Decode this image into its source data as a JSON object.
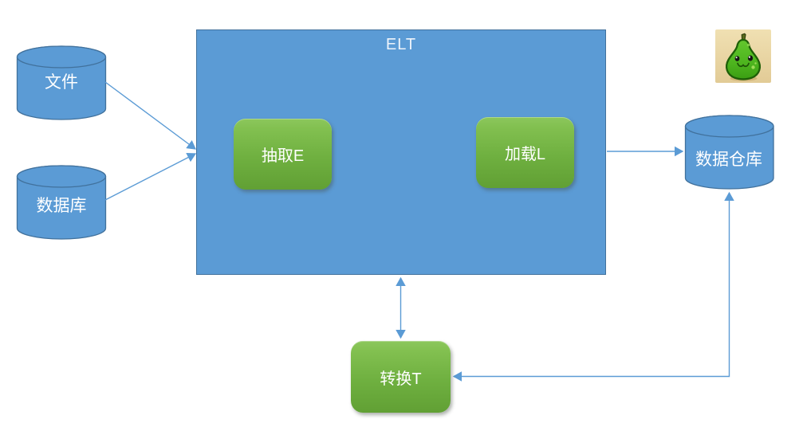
{
  "diagram": {
    "title": "ELT",
    "nodes": {
      "file": {
        "label": "文件",
        "shape": "cylinder"
      },
      "database": {
        "label": "数据库",
        "shape": "cylinder"
      },
      "extract": {
        "label": "抽取E",
        "shape": "rounded-rect"
      },
      "load": {
        "label": "加载L",
        "shape": "rounded-rect"
      },
      "warehouse": {
        "label": "数据仓库",
        "shape": "cylinder"
      },
      "transform": {
        "label": "转换T",
        "shape": "rounded-rect"
      }
    },
    "connectors": [
      {
        "from": "文件",
        "to": "ELT",
        "style": "arrow"
      },
      {
        "from": "数据库",
        "to": "ELT",
        "style": "arrow"
      },
      {
        "from": "ELT",
        "to": "数据仓库",
        "style": "arrow"
      },
      {
        "from": "ELT",
        "to": "转换T",
        "style": "double-arrow"
      },
      {
        "from": "数据仓库",
        "to": "转换T",
        "style": "double-arrow-elbow"
      }
    ],
    "colors": {
      "shape_blue": "#5b9bd5",
      "shape_blue_border": "#41719c",
      "shape_green_light": "#84c152",
      "shape_green_dark": "#61a034",
      "connector_blue": "#5b9bd5",
      "label_text": "#ffffff",
      "pear_icon_bg": "#e9d5a4",
      "pear_icon_green": "#4eb41e"
    },
    "logo": {
      "icon": "pear-mascot-icon"
    }
  }
}
